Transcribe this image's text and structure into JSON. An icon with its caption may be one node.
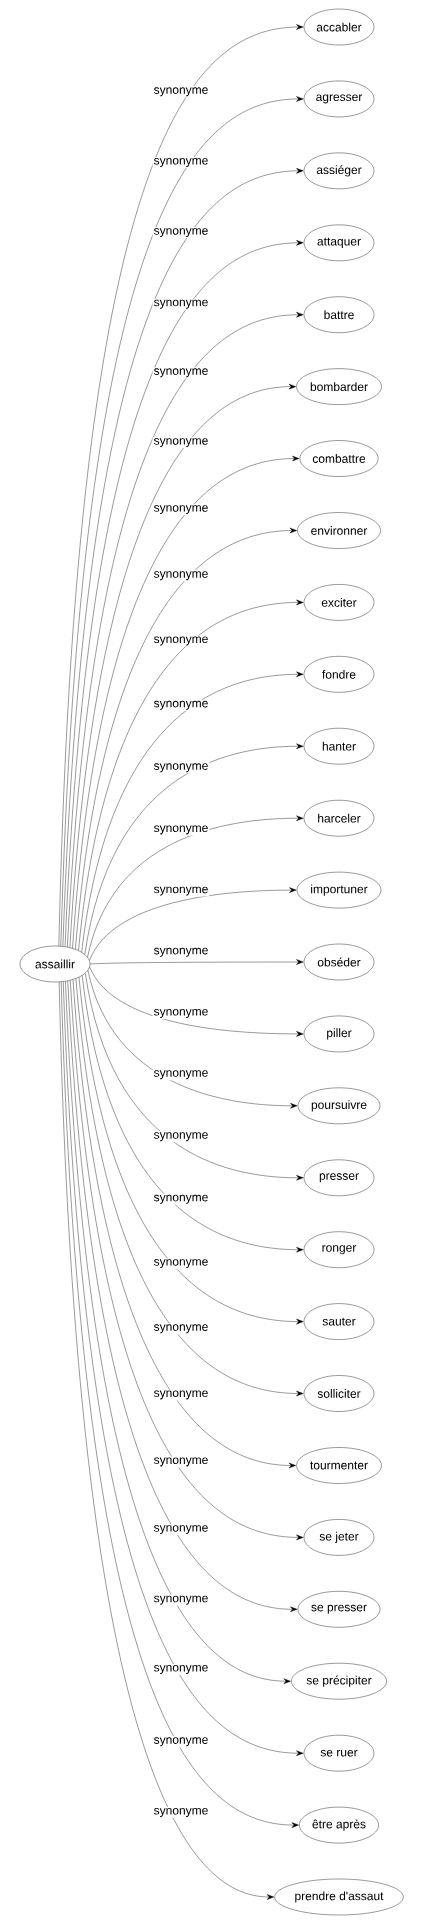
{
  "diagram": {
    "nodes": [
      {
        "text": [
          "assaillir"
        ]
      },
      {
        "text": [
          "accabler"
        ]
      },
      {
        "text": [
          "agresser"
        ]
      },
      {
        "text": [
          "assiéger"
        ]
      },
      {
        "text": [
          "attaquer"
        ]
      },
      {
        "text": [
          "battre"
        ]
      },
      {
        "text": [
          "bombarder"
        ]
      },
      {
        "text": [
          "combattre"
        ]
      },
      {
        "text": [
          "environner"
        ]
      },
      {
        "text": [
          "exciter"
        ]
      },
      {
        "text": [
          "fondre"
        ]
      },
      {
        "text": [
          "hanter"
        ]
      },
      {
        "text": [
          "harceler"
        ]
      },
      {
        "text": [
          "importuner"
        ]
      },
      {
        "text": [
          "obséder"
        ]
      },
      {
        "text": [
          "piller"
        ]
      },
      {
        "text": [
          "poursuivre"
        ]
      },
      {
        "text": [
          "presser"
        ]
      },
      {
        "text": [
          "ronger"
        ]
      },
      {
        "text": [
          "sauter"
        ]
      },
      {
        "text": [
          "solliciter"
        ]
      },
      {
        "text": [
          "tourmenter"
        ]
      },
      {
        "text": [
          "se jeter"
        ]
      },
      {
        "text": [
          "se presser"
        ]
      },
      {
        "text": [
          "se précipiter"
        ]
      },
      {
        "text": [
          "se ruer"
        ]
      },
      {
        "text": [
          "être après"
        ]
      },
      {
        "text": [
          "prendre d'assaut"
        ]
      }
    ],
    "edges": [
      {
        "from": 0,
        "to": 1,
        "arrow": "to",
        "label": "synonyme"
      },
      {
        "from": 0,
        "to": 2,
        "arrow": "to",
        "label": "synonyme"
      },
      {
        "from": 0,
        "to": 3,
        "arrow": "to",
        "label": "synonyme"
      },
      {
        "from": 0,
        "to": 4,
        "arrow": "to",
        "label": "synonyme"
      },
      {
        "from": 0,
        "to": 5,
        "arrow": "to",
        "label": "synonyme"
      },
      {
        "from": 0,
        "to": 6,
        "arrow": "to",
        "label": "synonyme"
      },
      {
        "from": 0,
        "to": 7,
        "arrow": "to",
        "label": "synonyme"
      },
      {
        "from": 0,
        "to": 8,
        "arrow": "to",
        "label": "synonyme"
      },
      {
        "from": 0,
        "to": 9,
        "arrow": "to",
        "label": "synonyme"
      },
      {
        "from": 0,
        "to": 10,
        "arrow": "to",
        "label": "synonyme"
      },
      {
        "from": 0,
        "to": 11,
        "arrow": "to",
        "label": "synonyme"
      },
      {
        "from": 0,
        "to": 12,
        "arrow": "to",
        "label": "synonyme"
      },
      {
        "from": 0,
        "to": 13,
        "arrow": "to",
        "label": "synonyme"
      },
      {
        "from": 0,
        "to": 14,
        "arrow": "to",
        "label": "synonyme"
      },
      {
        "from": 0,
        "to": 15,
        "arrow": "to",
        "label": "synonyme"
      },
      {
        "from": 0,
        "to": 16,
        "arrow": "to",
        "label": "synonyme"
      },
      {
        "from": 0,
        "to": 17,
        "arrow": "to",
        "label": "synonyme"
      },
      {
        "from": 0,
        "to": 18,
        "arrow": "to",
        "label": "synonyme"
      },
      {
        "from": 0,
        "to": 19,
        "arrow": "to",
        "label": "synonyme"
      },
      {
        "from": 0,
        "to": 20,
        "arrow": "to",
        "label": "synonyme"
      },
      {
        "from": 0,
        "to": 21,
        "arrow": "to",
        "label": "synonyme"
      },
      {
        "from": 0,
        "to": 22,
        "arrow": "to",
        "label": "synonyme"
      },
      {
        "from": 0,
        "to": 23,
        "arrow": "to",
        "label": "synonyme"
      },
      {
        "from": 0,
        "to": 24,
        "arrow": "to",
        "label": "synonyme"
      },
      {
        "from": 0,
        "to": 25,
        "arrow": "to",
        "label": "synonyme"
      },
      {
        "from": 0,
        "to": 26,
        "arrow": "to",
        "label": "synonyme"
      },
      {
        "from": 0,
        "to": 27,
        "arrow": "to",
        "label": "synonyme"
      }
    ]
  }
}
